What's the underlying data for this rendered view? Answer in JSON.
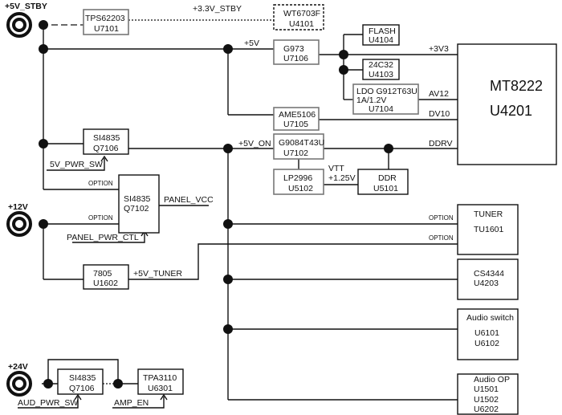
{
  "diagram": {
    "title": "Power distribution block diagram",
    "sources": {
      "stby": "+5V_STBY",
      "v12": "+12V",
      "v24": "+24V"
    },
    "nets": {
      "v33_stby": "+3.3V_STBY",
      "v5": "+5V",
      "v3v3": "+3V3",
      "av12": "AV12",
      "dv10": "DV10",
      "v5_on": "+5V_ON",
      "ddrv": "DDRV",
      "vtt": "VTT",
      "vtt_val": "+1.25V",
      "panel_vcc": "PANEL_VCC",
      "v5_tuner": "+5V_TUNER",
      "pwr_sw_5v": "5V_PWR_SW",
      "panel_pwr_ctl": "PANEL_PWR_CTL",
      "aud_pwr_sw": "AUD_PWR_SW",
      "amp_en": "AMP_EN",
      "option": "OPTION"
    },
    "blocks": {
      "tps62203": [
        "TPS62203",
        "U7101"
      ],
      "wt6703f": [
        "WT6703F",
        "U4101"
      ],
      "g973": [
        "G973",
        "U7106"
      ],
      "flash": [
        "FLASH",
        "U4104"
      ],
      "eeprom": [
        "24C32",
        "U4103"
      ],
      "ldo": [
        "LDO G912T63U",
        "1A/1.2V",
        "U7104"
      ],
      "ame5106": [
        "AME5106",
        "U7105"
      ],
      "mt8222": [
        "MT8222",
        "U4201"
      ],
      "si4835_a": [
        "SI4835",
        "Q7106"
      ],
      "g9084": [
        "G9084T43U",
        "U7102"
      ],
      "lp2996": [
        "LP2996",
        "U5102"
      ],
      "ddr": [
        "DDR",
        "U5101"
      ],
      "si4835_b": [
        "SI4835",
        "Q7102"
      ],
      "tuner": [
        "TUNER",
        "TU1601"
      ],
      "reg7805": [
        "7805",
        "U1602"
      ],
      "cs4344": [
        "CS4344",
        "U4203"
      ],
      "audio_switch": [
        "Audio switch",
        "U6101",
        "U6102"
      ],
      "si4835_c": [
        "SI4835",
        "Q7106"
      ],
      "tpa3110": [
        "TPA3110",
        "U6301"
      ],
      "audio_op": [
        "Audio OP",
        "U1501",
        "U1502",
        "U6202"
      ]
    }
  }
}
